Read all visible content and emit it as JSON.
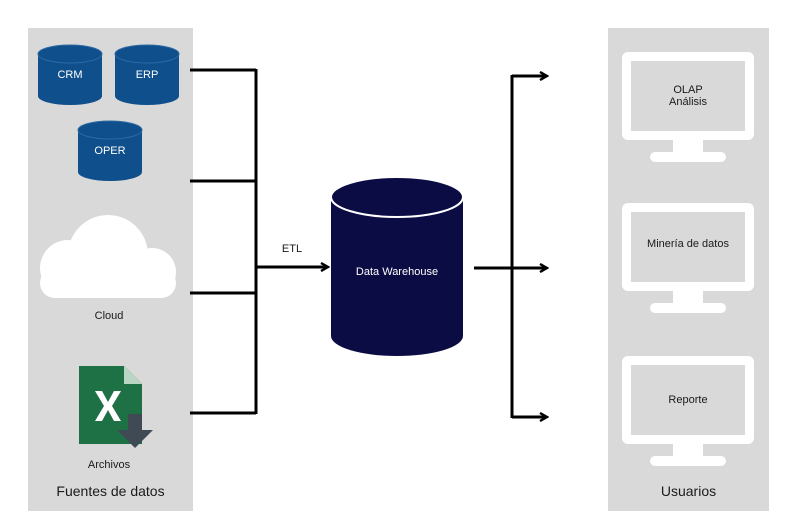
{
  "sources": {
    "title": "Fuentes de datos",
    "databases": [
      "CRM",
      "ERP",
      "OPER"
    ],
    "cloud_label": "Cloud",
    "files_label": "Archivos"
  },
  "process": {
    "etl_label": "ETL",
    "warehouse_label": "Data Warehouse"
  },
  "users": {
    "title": "Usuarios",
    "monitors": [
      {
        "line1": "OLAP",
        "line2": "Análisis"
      },
      {
        "line1": "Minería de datos",
        "line2": ""
      },
      {
        "line1": "Reporte",
        "line2": ""
      }
    ]
  },
  "colors": {
    "panel": "#d9d9d9",
    "database_blue": "#0f4f8c",
    "warehouse_navy": "#0c0c45",
    "excel_green": "#1e7145",
    "connector": "#000000"
  }
}
